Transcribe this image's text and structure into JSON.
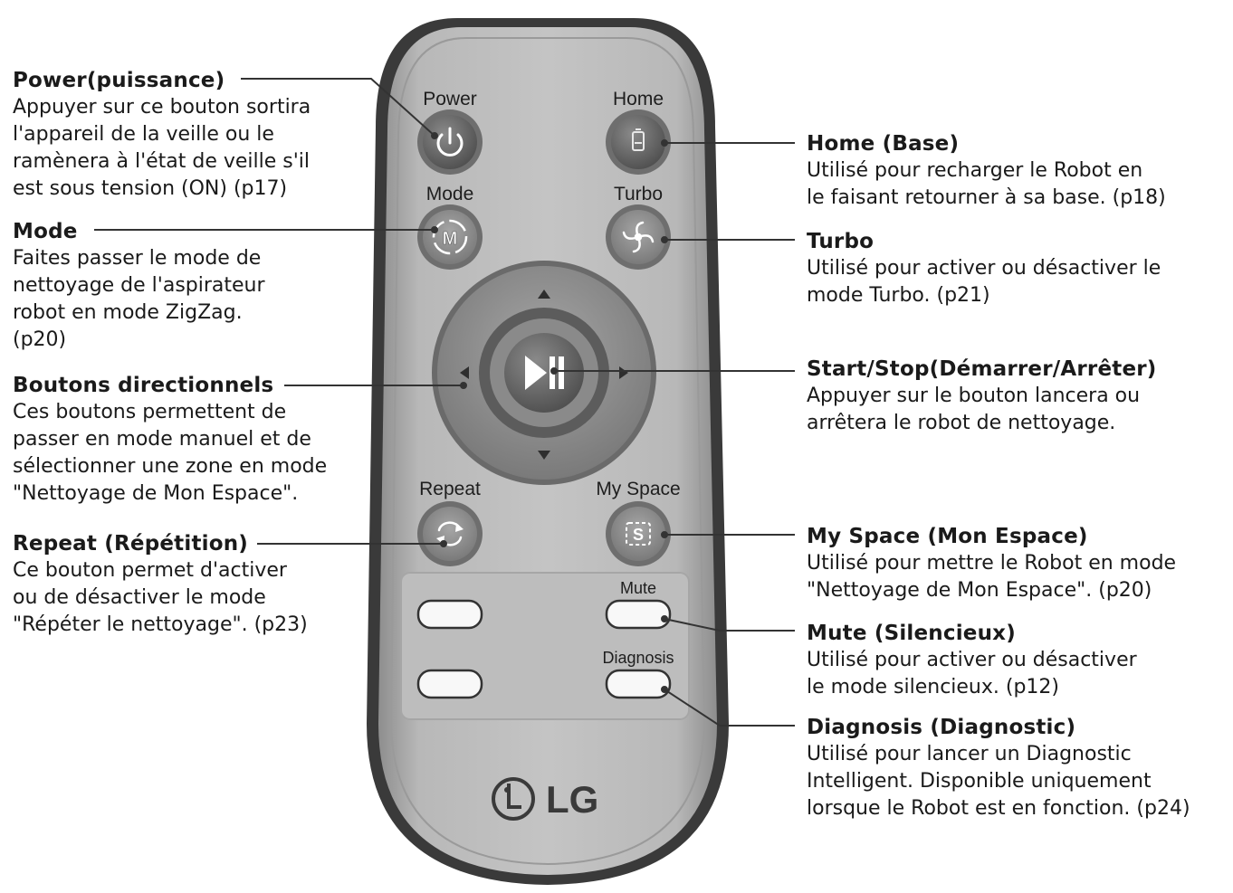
{
  "remote": {
    "labels": {
      "power": "Power",
      "home": "Home",
      "mode": "Mode",
      "turbo": "Turbo",
      "repeat": "Repeat",
      "myspace": "My Space",
      "mute": "Mute",
      "diagnosis": "Diagnosis"
    },
    "brand": "LG",
    "icons": {
      "power": "power-icon",
      "home": "battery-icon",
      "mode": "mode-m-icon",
      "turbo": "fan-icon",
      "start_stop": "play-pause-icon",
      "repeat": "repeat-arrows-icon",
      "myspace": "myspace-s-icon",
      "logo": "lg-logo-icon"
    }
  },
  "callouts": {
    "power": {
      "title": "Power(puissance)",
      "lines": [
        "Appuyer sur ce bouton sortira",
        "l'appareil de la veille ou le",
        "ramènera à l'état de veille s'il",
        "est sous tension (ON) (p17)"
      ]
    },
    "mode": {
      "title": "Mode",
      "lines": [
        "Faites passer le mode de",
        "nettoyage de l'aspirateur",
        "robot en mode ZigZag.",
        "(p20)"
      ]
    },
    "directional": {
      "title": "Boutons directionnels",
      "lines": [
        "Ces boutons permettent de",
        "passer en mode manuel et de",
        "sélectionner une zone en mode",
        "\"Nettoyage de Mon Espace\"."
      ]
    },
    "repeat": {
      "title": "Repeat (Répétition)",
      "lines": [
        "Ce bouton permet d'activer",
        "ou de désactiver le mode",
        "\"Répéter le nettoyage\". (p23)"
      ]
    },
    "home": {
      "title": "Home (Base)",
      "lines": [
        "Utilisé pour recharger le Robot en",
        "le faisant retourner à sa base. (p18)"
      ]
    },
    "turbo": {
      "title": "Turbo",
      "lines": [
        "Utilisé pour activer ou désactiver le",
        "mode Turbo. (p21)"
      ]
    },
    "startstop": {
      "title": "Start/Stop(Démarrer/Arrêter)",
      "lines": [
        "Appuyer sur le bouton lancera ou",
        "arrêtera le robot de nettoyage."
      ]
    },
    "myspace": {
      "title": "My Space (Mon Espace)",
      "lines": [
        "Utilisé pour mettre le Robot en mode",
        "\"Nettoyage de Mon Espace\". (p20)"
      ]
    },
    "mute": {
      "title": "Mute (Silencieux)",
      "lines": [
        "Utilisé pour activer ou désactiver",
        "le mode silencieux. (p12)"
      ]
    },
    "diagnosis": {
      "title": "Diagnosis (Diagnostic)",
      "lines": [
        "Utilisé pour lancer un Diagnostic",
        "Intelligent. Disponible uniquement",
        "lorsque le Robot est en fonction. (p24)"
      ]
    }
  },
  "colors": {
    "remote_body": "#b4b4b4",
    "remote_edge": "#3c3c3c",
    "button_dark": "#5a5a5a",
    "text": "#1a1a1a"
  }
}
